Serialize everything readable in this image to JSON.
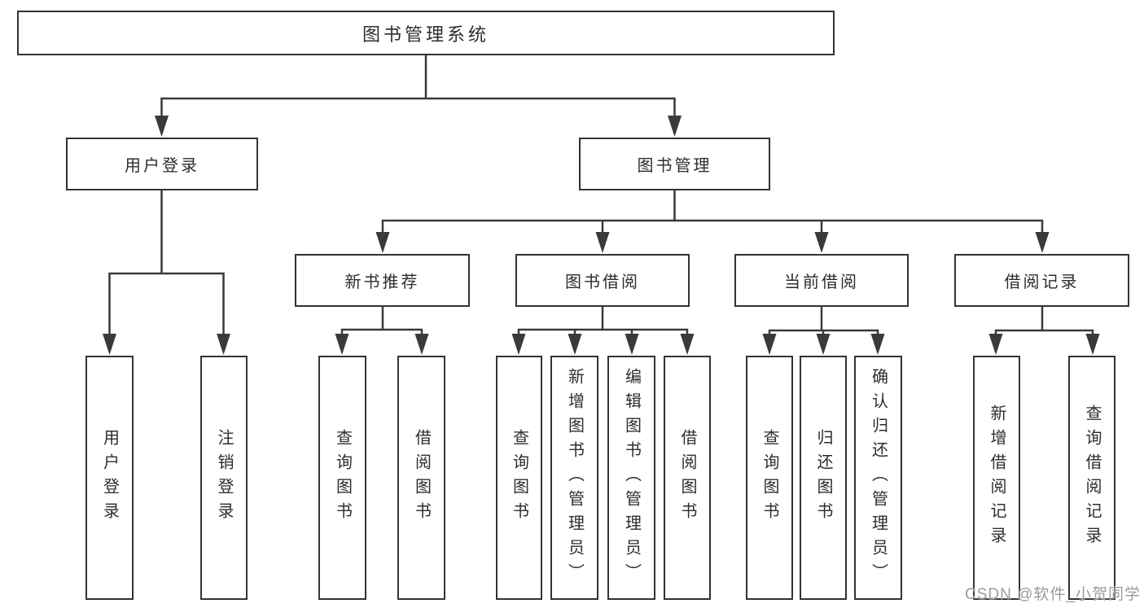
{
  "diagram_title": "图书管理系统",
  "colors": {
    "line": "#3a3a3a",
    "box_border": "#333333",
    "text": "#2d2d2d",
    "watermark": "#9b9b9b",
    "background": "#ffffff"
  },
  "nodes": {
    "root": "图书管理系统",
    "user_login": "用户登录",
    "book_manage": "图书管理",
    "new_book_rec": "新书推荐",
    "book_borrow": "图书借阅",
    "current_borrow": "当前借阅",
    "borrow_record": "借阅记录",
    "leaf_user_login": "用户登录",
    "leaf_logout": "注销登录",
    "leaf_query_book_a": "查询图书",
    "leaf_borrow_book_a": "借阅图书",
    "leaf_query_book_b": "查询图书",
    "leaf_add_book": "新增图书（管理员）",
    "leaf_edit_book": "编辑图书（管理员）",
    "leaf_borrow_book_b": "借阅图书",
    "leaf_query_book_c": "查询图书",
    "leaf_return_book": "归还图书",
    "leaf_confirm_return": "确认归还（管理员）",
    "leaf_add_record": "新增借阅记录",
    "leaf_query_record": "查询借阅记录"
  },
  "watermark": "CSDN @软件_小贺同学"
}
